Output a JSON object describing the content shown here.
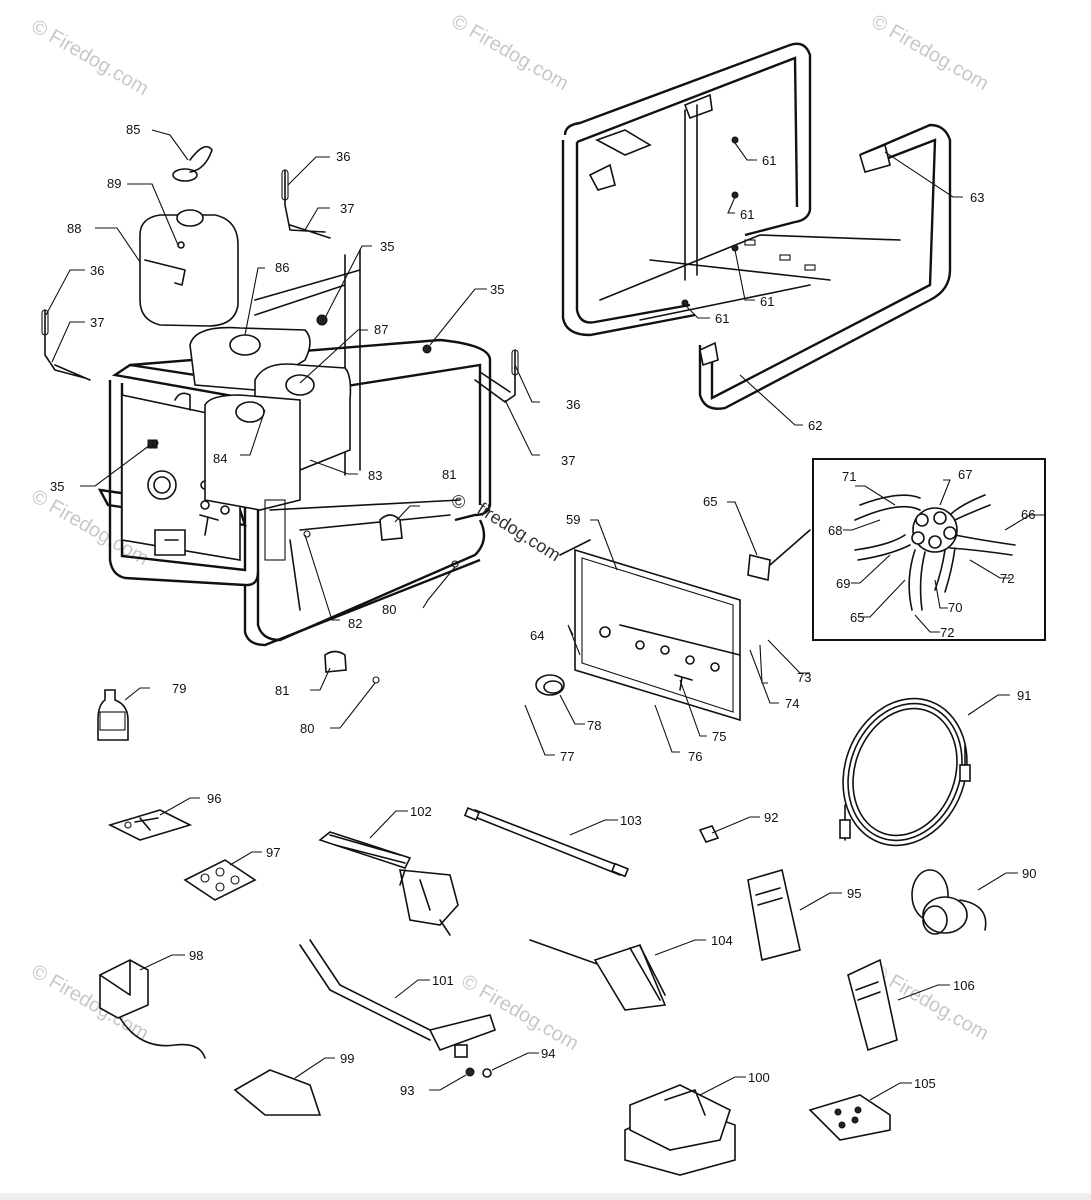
{
  "watermarks": {
    "text": "© Firedog.com",
    "center_text": "firedog.com",
    "center_mark": "©"
  },
  "parts": [
    {
      "id": "p85",
      "label": "85"
    },
    {
      "id": "p89",
      "label": "89"
    },
    {
      "id": "p88",
      "label": "88"
    },
    {
      "id": "p36a",
      "label": "36"
    },
    {
      "id": "p37a",
      "label": "37"
    },
    {
      "id": "p36b",
      "label": "36"
    },
    {
      "id": "p37b",
      "label": "37"
    },
    {
      "id": "p86",
      "label": "86"
    },
    {
      "id": "p35a",
      "label": "35"
    },
    {
      "id": "p35b",
      "label": "35"
    },
    {
      "id": "p87",
      "label": "87"
    },
    {
      "id": "p36c",
      "label": "36"
    },
    {
      "id": "p37c",
      "label": "37"
    },
    {
      "id": "p84",
      "label": "84"
    },
    {
      "id": "p35c",
      "label": "35"
    },
    {
      "id": "p83",
      "label": "83"
    },
    {
      "id": "p81a",
      "label": "81"
    },
    {
      "id": "p82",
      "label": "82"
    },
    {
      "id": "p80a",
      "label": "80"
    },
    {
      "id": "p81b",
      "label": "81"
    },
    {
      "id": "p80b",
      "label": "80"
    },
    {
      "id": "p79",
      "label": "79"
    },
    {
      "id": "p61a",
      "label": "61"
    },
    {
      "id": "p61b",
      "label": "61"
    },
    {
      "id": "p61c",
      "label": "61"
    },
    {
      "id": "p61d",
      "label": "61"
    },
    {
      "id": "p63",
      "label": "63"
    },
    {
      "id": "p62",
      "label": "62"
    },
    {
      "id": "p59",
      "label": "59"
    },
    {
      "id": "p65a",
      "label": "65"
    },
    {
      "id": "p71",
      "label": "71"
    },
    {
      "id": "p67",
      "label": "67"
    },
    {
      "id": "p68",
      "label": "68"
    },
    {
      "id": "p66",
      "label": "66"
    },
    {
      "id": "p69",
      "label": "69"
    },
    {
      "id": "p72a",
      "label": "72"
    },
    {
      "id": "p70",
      "label": "70"
    },
    {
      "id": "p65b",
      "label": "65"
    },
    {
      "id": "p72b",
      "label": "72"
    },
    {
      "id": "p64",
      "label": "64"
    },
    {
      "id": "p73",
      "label": "73"
    },
    {
      "id": "p74",
      "label": "74"
    },
    {
      "id": "p78",
      "label": "78"
    },
    {
      "id": "p75",
      "label": "75"
    },
    {
      "id": "p77",
      "label": "77"
    },
    {
      "id": "p76",
      "label": "76"
    },
    {
      "id": "p91",
      "label": "91"
    },
    {
      "id": "p96",
      "label": "96"
    },
    {
      "id": "p102",
      "label": "102"
    },
    {
      "id": "p103",
      "label": "103"
    },
    {
      "id": "p92",
      "label": "92"
    },
    {
      "id": "p97",
      "label": "97"
    },
    {
      "id": "p95",
      "label": "95"
    },
    {
      "id": "p90",
      "label": "90"
    },
    {
      "id": "p98",
      "label": "98"
    },
    {
      "id": "p104",
      "label": "104"
    },
    {
      "id": "p101",
      "label": "101"
    },
    {
      "id": "p106",
      "label": "106"
    },
    {
      "id": "p99",
      "label": "99"
    },
    {
      "id": "p94",
      "label": "94"
    },
    {
      "id": "p93",
      "label": "93"
    },
    {
      "id": "p100",
      "label": "100"
    },
    {
      "id": "p105",
      "label": "105"
    }
  ]
}
